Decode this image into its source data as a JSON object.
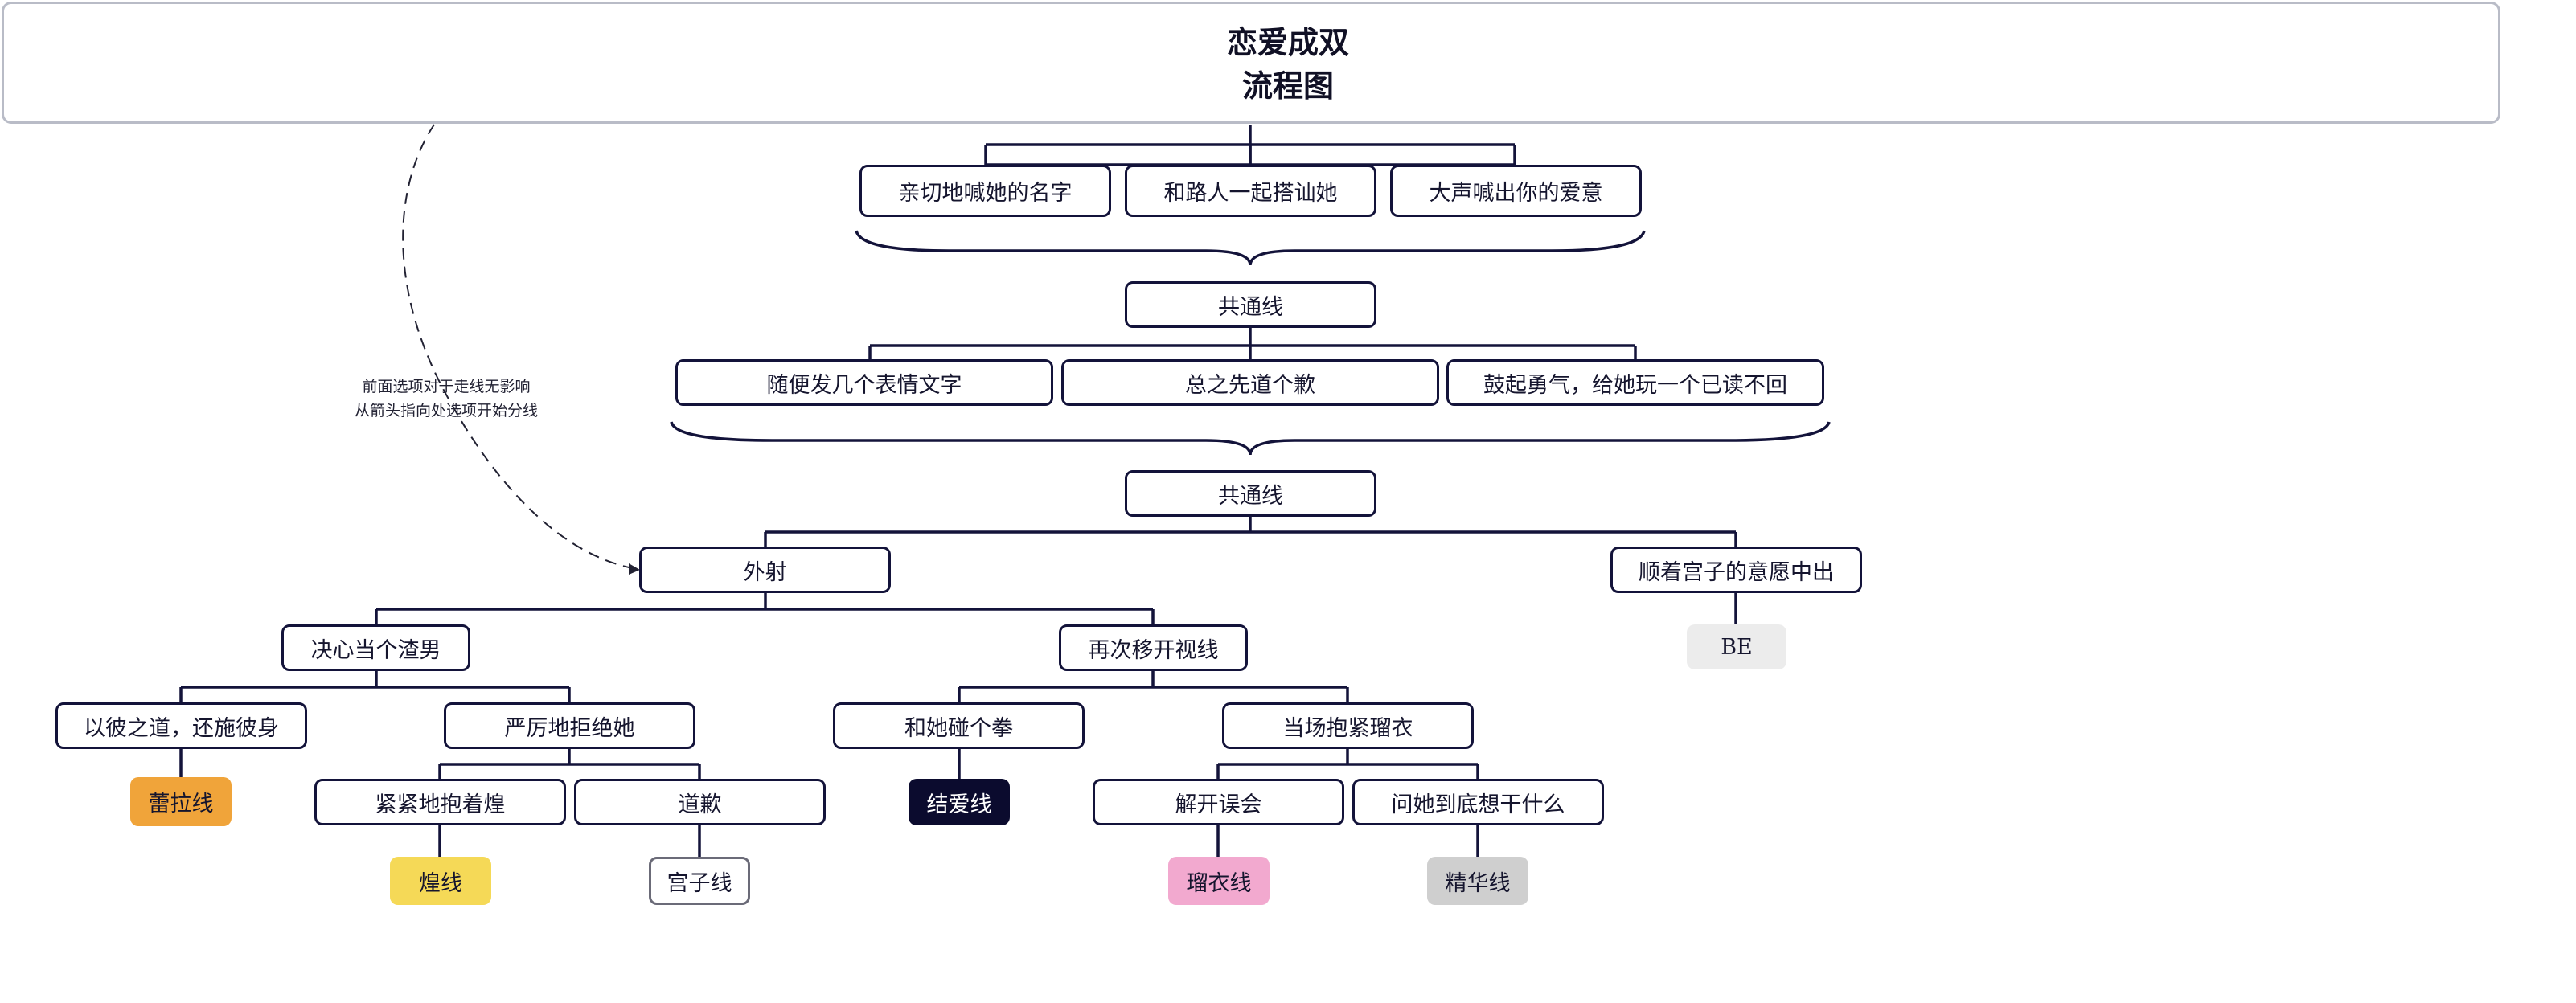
{
  "title": {
    "line1": "恋爱成双",
    "line2": "流程图"
  },
  "annotation": {
    "line1": "前面选项对于走线无影响",
    "line2": "从箭头指向处选项开始分线"
  },
  "nodes": {
    "opt_name": "亲切地喊她的名字",
    "opt_passerby": "和路人一起搭讪她",
    "opt_shout": "大声喊出你的爱意",
    "common1": "共通线",
    "opt_emoji": "随便发几个表情文字",
    "opt_apologize_first": "总之先道个歉",
    "opt_read_no_reply": "鼓起勇气，给她玩一个已读不回",
    "common2": "共通线",
    "shoot": "外射",
    "follow_miyako": "顺着宫子的意愿中出",
    "be": "BE",
    "scumbag": "决心当个渣男",
    "look_away": "再次移开视线",
    "tit_for_tat": "以彼之道，还施彼身",
    "reject": "严厉地拒绝她",
    "fist_bump": "和她碰个拳",
    "hug_ruii": "当场抱紧瑠衣",
    "hug_kou": "紧紧地抱着煌",
    "sorry": "道歉",
    "clear_misunderstanding": "解开误会",
    "ask_her": "问她到底想干什么",
    "route_laila": "蕾拉线",
    "route_kou": "煌线",
    "route_miyako": "宫子线",
    "route_love": "结爱线",
    "route_ruii": "瑠衣线",
    "route_essence": "精华线"
  },
  "colors": {
    "line": "#13133a",
    "route_laila": "#f0a43a",
    "route_kou": "#f5d957",
    "route_miyako": "#ffffff",
    "route_love": "#0b0b2e",
    "route_ruii": "#f2a9cf",
    "route_essence": "#cfcfcf",
    "be": "#ececec"
  }
}
